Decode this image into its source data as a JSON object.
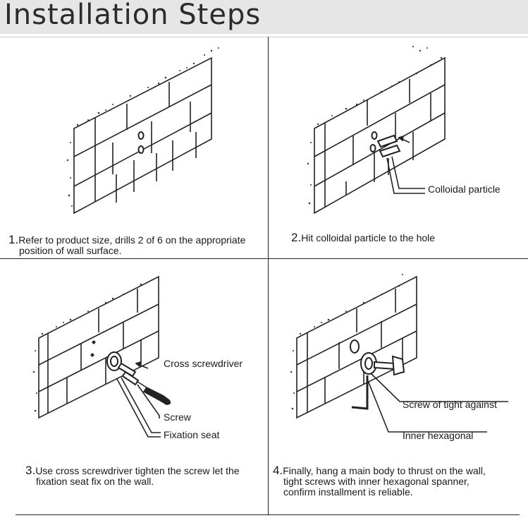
{
  "header": {
    "title": "Installation Steps"
  },
  "steps": [
    {
      "number": "1.",
      "line1": "Refer to product size, drills 2 of  6 on the appropriate",
      "line2": "position of wall surface."
    },
    {
      "number": "2.",
      "line1": "Hit colloidal particle to the hole",
      "labels": {
        "colloidal": "Colloidal particle"
      }
    },
    {
      "number": "3.",
      "line1": "Use cross screwdriver tighten the screw let the",
      "line2": "fixation seat fix on the wall.",
      "labels": {
        "screwdriver": "Cross screwdriver",
        "screw": "Screw",
        "seat": "Fixation seat"
      }
    },
    {
      "number": "4.",
      "line1": "Finally, hang a main body to thrust on the wall,",
      "line2": "tight screws with inner hexagonal spanner,",
      "line3": "confirm installment is reliable.",
      "labels": {
        "tight": "Screw of tight against",
        "hex": "Inner hexagonal"
      }
    }
  ]
}
